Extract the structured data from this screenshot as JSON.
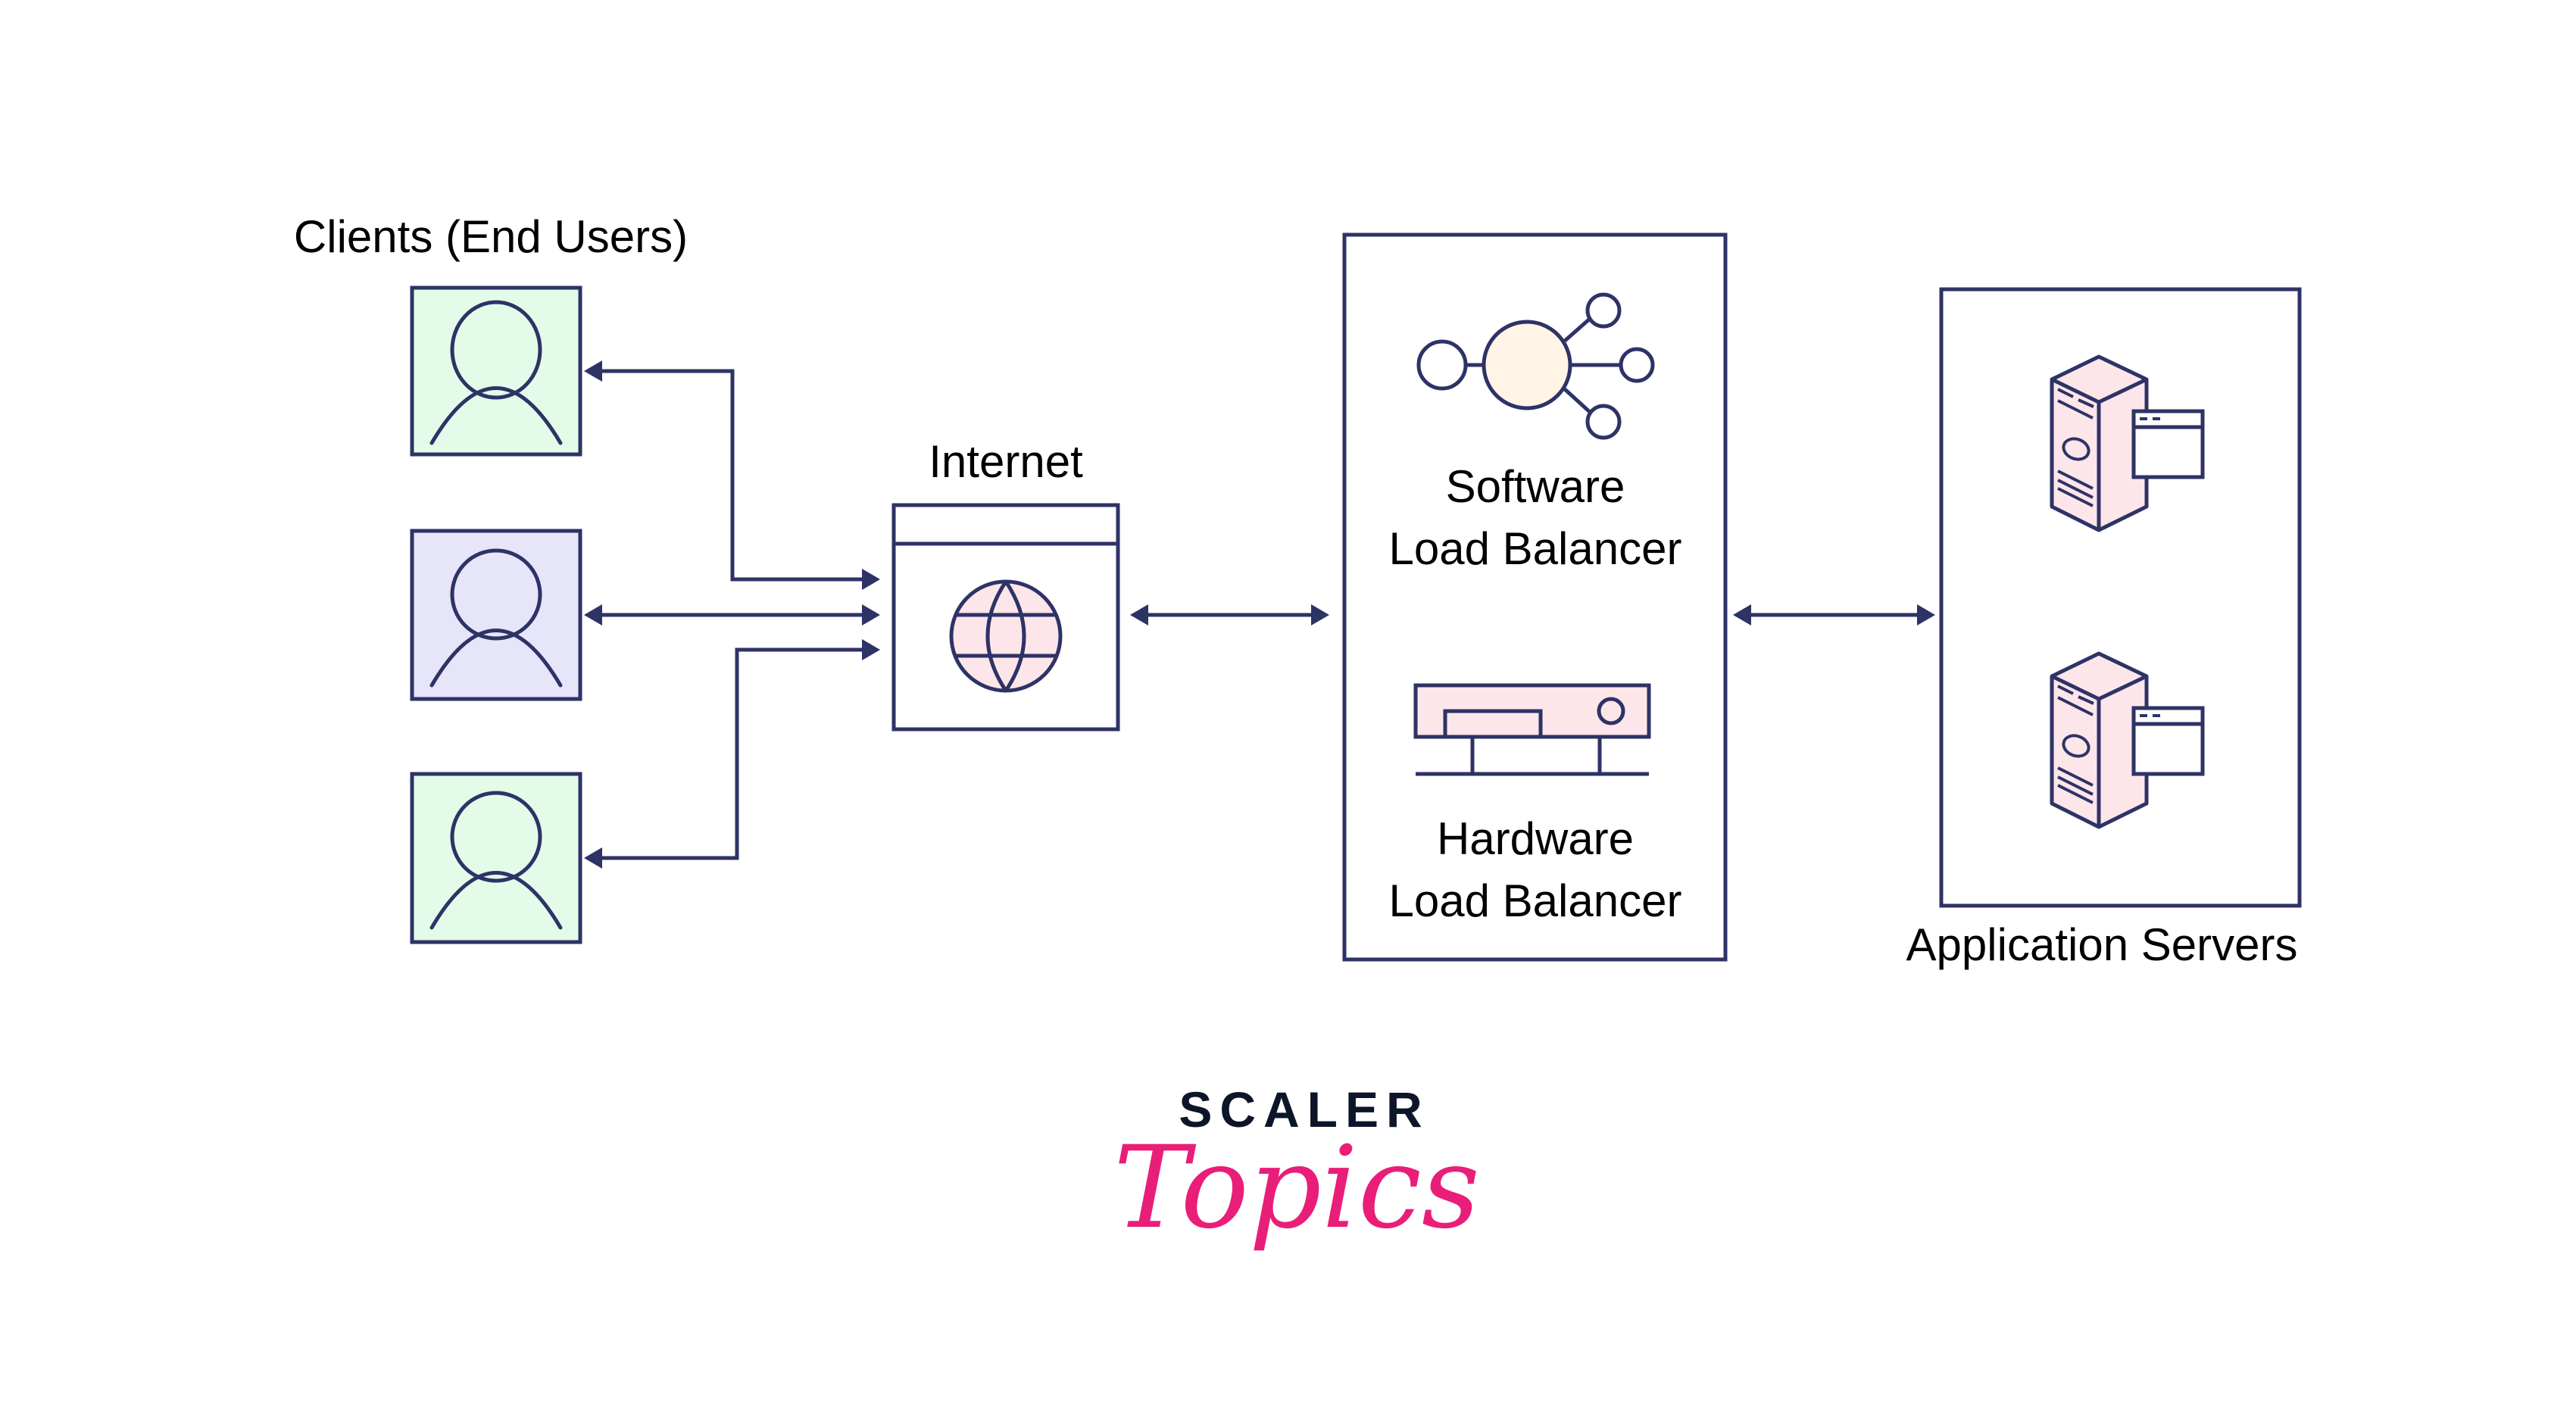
{
  "diagram": {
    "title": "Load Balancer Architecture",
    "colors": {
      "stroke": "#2E3366",
      "client_green": "#E3FCE9",
      "client_lavender": "#E6E5FA",
      "pink_fill": "#FDE6EA",
      "cream_fill": "#FFF4E6",
      "logo_dark": "#0C1628",
      "logo_pink": "#E91E78"
    },
    "clients": {
      "label": "Clients (End Users)",
      "items": [
        {
          "name": "client-1",
          "icon": "user-icon",
          "fill": "green"
        },
        {
          "name": "client-2",
          "icon": "user-icon",
          "fill": "lavender"
        },
        {
          "name": "client-3",
          "icon": "user-icon",
          "fill": "green"
        }
      ]
    },
    "internet": {
      "label": "Internet",
      "icon": "globe-icon"
    },
    "load_balancers": {
      "software": {
        "line1": "Software",
        "line2": "Load Balancer",
        "icon": "network-hub-icon"
      },
      "hardware": {
        "line1": "Hardware",
        "line2": "Load Balancer",
        "icon": "hardware-device-icon"
      }
    },
    "app_servers": {
      "label": "Application Servers",
      "items": [
        {
          "name": "server-1",
          "icon": "server-tower-icon"
        },
        {
          "name": "server-2",
          "icon": "server-tower-icon"
        }
      ]
    },
    "connections": [
      {
        "from": "Internet",
        "to": "Client 1",
        "type": "bidirectional"
      },
      {
        "from": "Internet",
        "to": "Client 2",
        "type": "bidirectional"
      },
      {
        "from": "Internet",
        "to": "Client 3",
        "type": "bidirectional"
      },
      {
        "from": "Internet",
        "to": "Load Balancer",
        "type": "bidirectional"
      },
      {
        "from": "Load Balancer",
        "to": "Application Servers",
        "type": "bidirectional"
      }
    ]
  },
  "logo": {
    "brand": "SCALER",
    "product": "Topics"
  }
}
